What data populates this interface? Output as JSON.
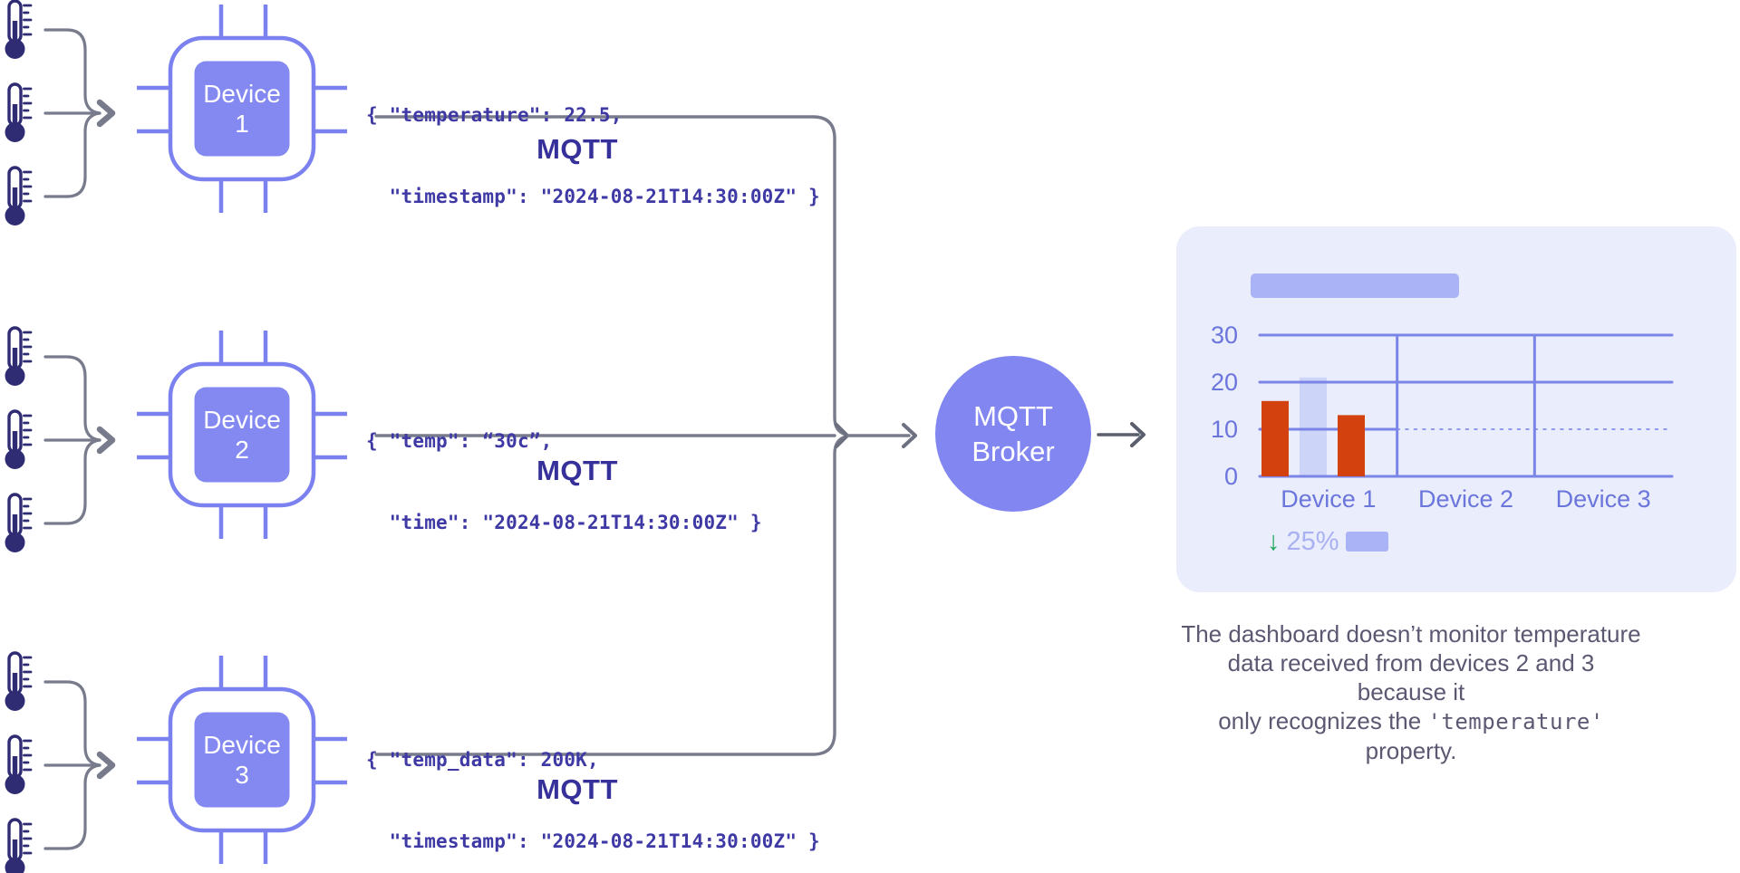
{
  "diagram": {
    "sensors": {
      "icon": "thermometer-icon",
      "count_per_device": 3
    },
    "devices": [
      {
        "name_top": "Device",
        "name_num": "1",
        "label": "Device 1",
        "protocol": "MQTT",
        "message": {
          "line1": "{ \"temperature\": 22.5,",
          "line2": "  \"timestamp\": \"2024-08-21T14:30:00Z\" }"
        }
      },
      {
        "name_top": "Device",
        "name_num": "2",
        "label": "Device 2",
        "protocol": "MQTT",
        "message": {
          "line1": "{ \"temp\": “30c”,",
          "line2": "  \"time\": \"2024-08-21T14:30:00Z\" }"
        }
      },
      {
        "name_top": "Device",
        "name_num": "3",
        "label": "Device 3",
        "protocol": "MQTT",
        "message": {
          "line1": "{ \"temp_data\": 200K,",
          "line2": "  \"timestamp\": \"2024-08-21T14:30:00Z\" }"
        }
      }
    ],
    "broker": {
      "label_line1": "MQTT",
      "label_line2": "Broker"
    }
  },
  "chart_data": {
    "type": "bar",
    "title": "",
    "categories": [
      "Device 1",
      "Device 2",
      "Device 3"
    ],
    "groups": [
      {
        "category": "Device 1",
        "bars": [
          {
            "value": 16,
            "color": "#d2410e",
            "emphasis": "normal"
          },
          {
            "value": 21,
            "color": "#ccd4f8",
            "emphasis": "muted"
          },
          {
            "value": 13,
            "color": "#d2410e",
            "emphasis": "normal"
          }
        ]
      },
      {
        "category": "Device 2",
        "bars": []
      },
      {
        "category": "Device 3",
        "bars": []
      }
    ],
    "ylim": [
      0,
      30
    ],
    "yticks": [
      0,
      10,
      20,
      30
    ],
    "grid": true,
    "legend": false,
    "axis_color": "#7b85e8",
    "label_color": "#6b76dc"
  },
  "dashboard": {
    "stat": {
      "direction": "down",
      "arrow": "↓",
      "value": "25%"
    }
  },
  "caption": {
    "line1": "The dashboard doesn’t monitor temperature",
    "line2": "data received from devices 2 and 3 because it",
    "line3_prefix": "only recognizes the ",
    "line3_code": "'temperature'",
    "line3_suffix": " property."
  },
  "colors": {
    "chip_outline": "#7b82f0",
    "chip_fill": "#8389f1",
    "thermometer": "#2f2c74",
    "wire": "#787b8b",
    "arrow_dark": "#5a5e6d",
    "code_text": "#3e39a4",
    "mqtt_label": "#36309a",
    "broker_fill": "#8186f1",
    "card_bg": "#eaedfb",
    "grid": "#7b85e8",
    "axis_label": "#6b76dc",
    "bar_red": "#d2410e",
    "bar_muted": "#ccd4f8",
    "placeholder": "#a9b3f6",
    "stat_green": "#1fa85c",
    "caption_text": "#5b5872"
  }
}
